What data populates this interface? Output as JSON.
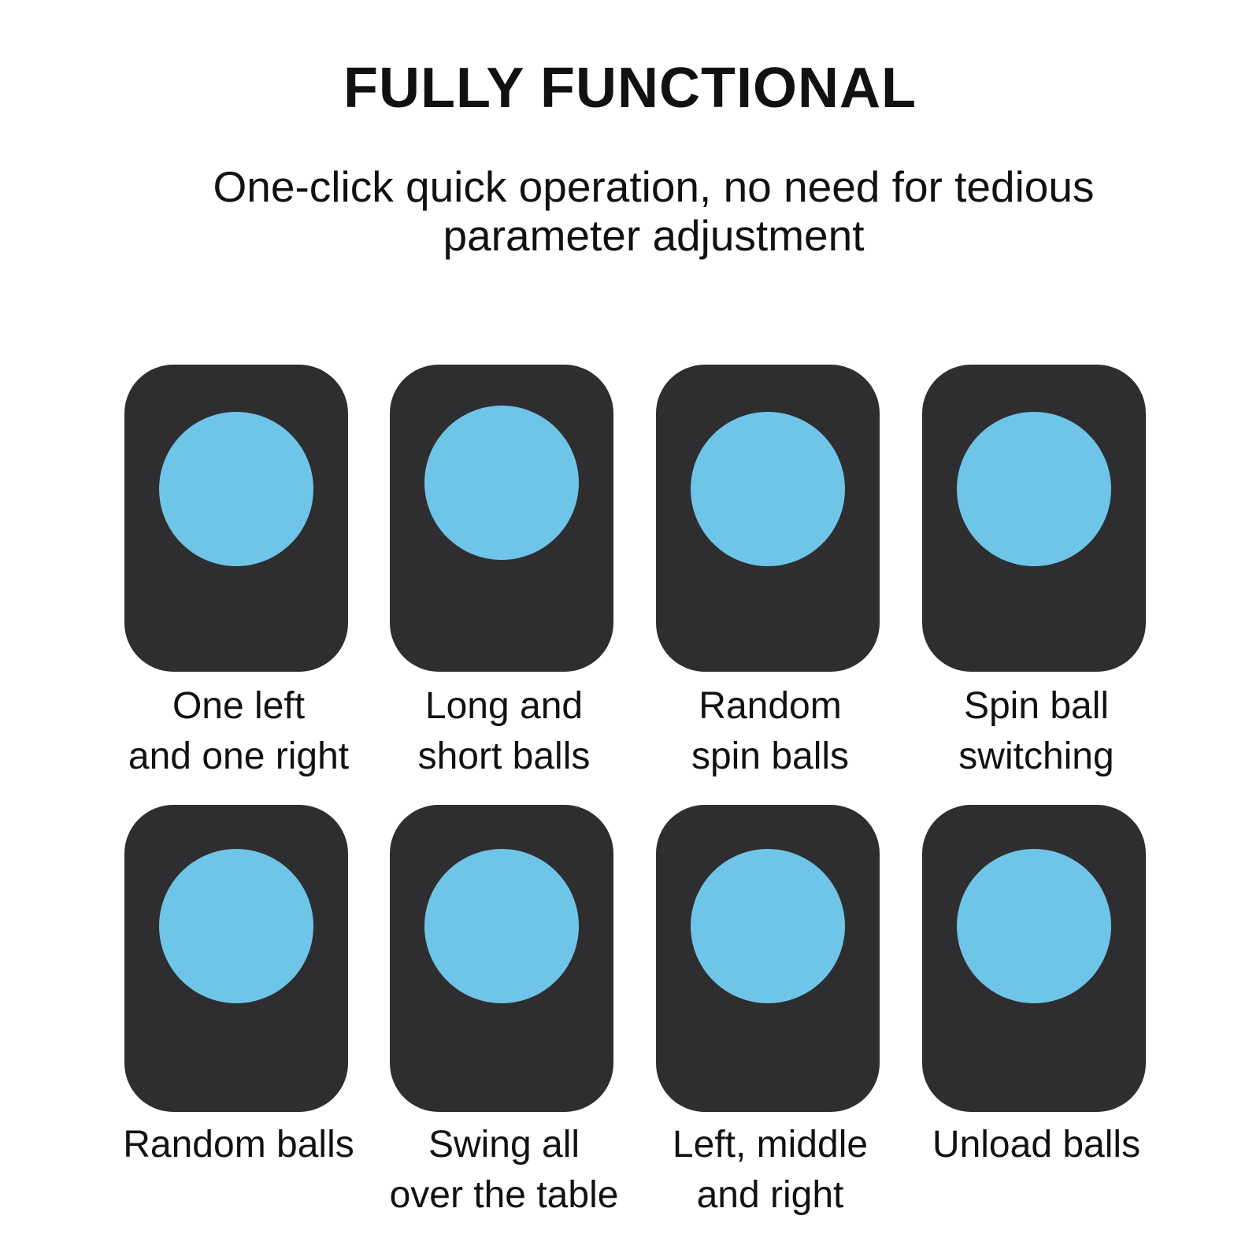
{
  "header": {
    "title": "FULLY FUNCTIONAL",
    "subtitle": "One-click quick operation, no need for tedious parameter adjustment"
  },
  "colors": {
    "pad": "#2e2e30",
    "button": "#6fc5e8",
    "background": "#ffffff"
  },
  "modes": [
    {
      "label": "One left\nand one right"
    },
    {
      "label": "Long and\nshort balls"
    },
    {
      "label": "Random\nspin balls"
    },
    {
      "label": "Spin ball\nswitching"
    },
    {
      "label": "Random balls"
    },
    {
      "label": "Swing all\nover the table"
    },
    {
      "label": "Left, middle\nand right"
    },
    {
      "label": "Unload balls"
    }
  ]
}
